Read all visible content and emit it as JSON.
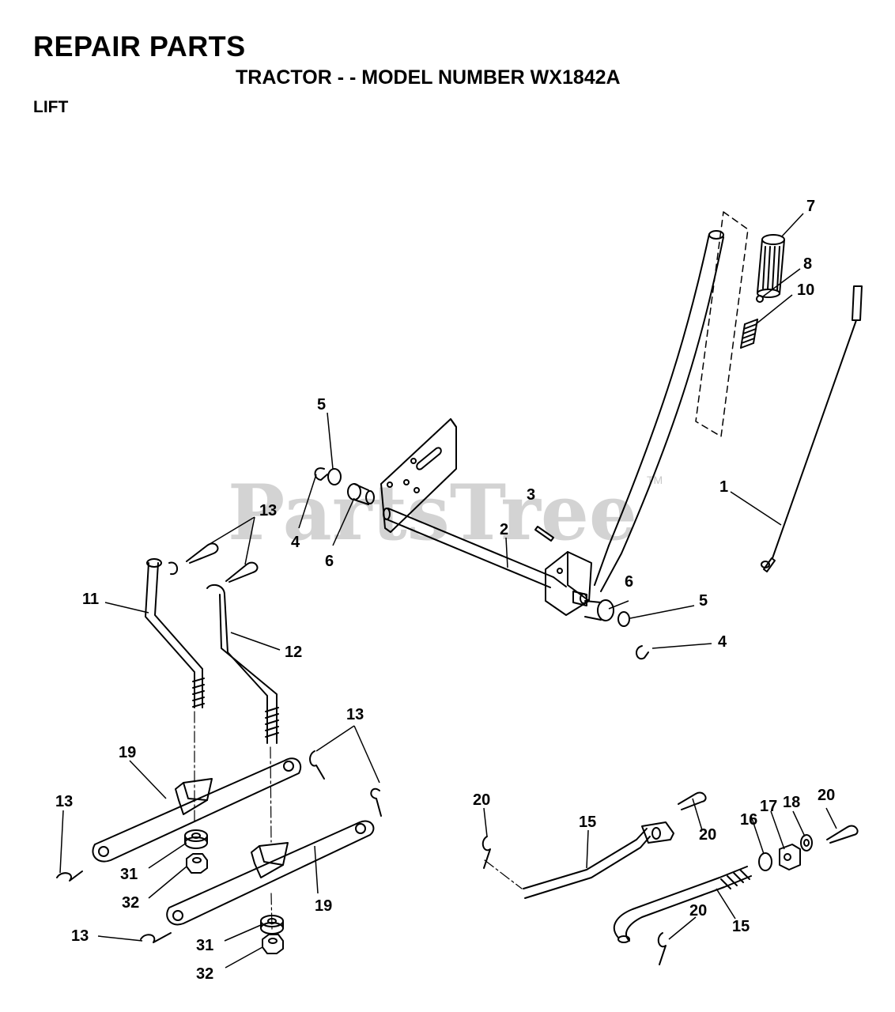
{
  "header": {
    "title": "REPAIR PARTS",
    "subtitle": "TRACTOR - - MODEL NUMBER WX1842A",
    "section": "LIFT"
  },
  "watermark": {
    "text": "PartsTree",
    "tm": "TM"
  },
  "callouts": [
    {
      "id": "c7",
      "text": "7"
    },
    {
      "id": "c8",
      "text": "8"
    },
    {
      "id": "c10",
      "text": "10"
    },
    {
      "id": "c5a",
      "text": "5"
    },
    {
      "id": "c3",
      "text": "3"
    },
    {
      "id": "c13a",
      "text": "13"
    },
    {
      "id": "c1",
      "text": "1"
    },
    {
      "id": "c2",
      "text": "2"
    },
    {
      "id": "c4a",
      "text": "4"
    },
    {
      "id": "c6a",
      "text": "6"
    },
    {
      "id": "c11",
      "text": "11"
    },
    {
      "id": "c12",
      "text": "12"
    },
    {
      "id": "c6b",
      "text": "6"
    },
    {
      "id": "c5b",
      "text": "5"
    },
    {
      "id": "c4b",
      "text": "4"
    },
    {
      "id": "c13b",
      "text": "13"
    },
    {
      "id": "c19a",
      "text": "19"
    },
    {
      "id": "c13c",
      "text": "13"
    },
    {
      "id": "c31a",
      "text": "31"
    },
    {
      "id": "c32a",
      "text": "32"
    },
    {
      "id": "c19b",
      "text": "19"
    },
    {
      "id": "c13d",
      "text": "13"
    },
    {
      "id": "c31b",
      "text": "31"
    },
    {
      "id": "c32b",
      "text": "32"
    },
    {
      "id": "c20a",
      "text": "20"
    },
    {
      "id": "c15a",
      "text": "15"
    },
    {
      "id": "c20b",
      "text": "20"
    },
    {
      "id": "c16",
      "text": "16"
    },
    {
      "id": "c17",
      "text": "17"
    },
    {
      "id": "c18",
      "text": "18"
    },
    {
      "id": "c20c",
      "text": "20"
    },
    {
      "id": "c20d",
      "text": "20"
    },
    {
      "id": "c15b",
      "text": "15"
    }
  ]
}
